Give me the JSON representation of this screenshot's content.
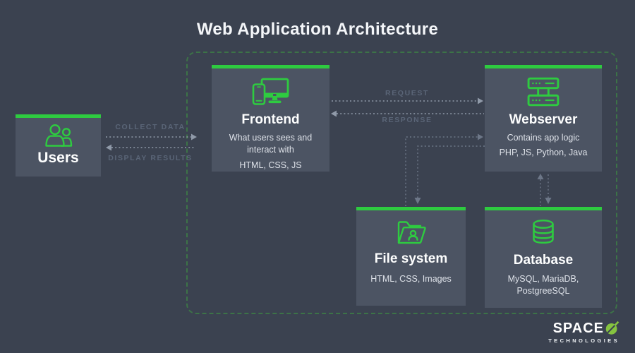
{
  "title": "Web Application Architecture",
  "colors": {
    "background": "#3b4250",
    "node_fill": "#4c5463",
    "accent_green": "#2ecb40",
    "boundary_green": "#3c7347",
    "arrow_main": "#909aa9",
    "arrow_dim": "#6d7788",
    "label_gray": "#5a6577",
    "logo_green": "#86c440"
  },
  "flows": {
    "collect_data": "COLLECT DATA",
    "display_results": "DISPLAY RESULTS",
    "request": "REQUEST",
    "response": "RESPONSE"
  },
  "nodes": {
    "users": {
      "title": "Users",
      "icon": "users-icon"
    },
    "frontend": {
      "title": "Frontend",
      "desc": "What users sees and interact with",
      "tech": "HTML, CSS, JS",
      "icon": "devices-icon"
    },
    "webserver": {
      "title": "Webserver",
      "desc": "Contains app logic",
      "tech": "PHP, JS, Python, Java",
      "icon": "server-icon"
    },
    "filesystem": {
      "title": "File system",
      "tech": "HTML, CSS, Images",
      "icon": "folder-user-icon"
    },
    "database": {
      "title": "Database",
      "tech": "MySQL, MariaDB, PostgreeSQL",
      "icon": "database-icon"
    }
  },
  "logo": {
    "brand": "SPACE",
    "symbol_icon": "slashed-o-icon",
    "subtext": "TECHNOLOGIES"
  }
}
